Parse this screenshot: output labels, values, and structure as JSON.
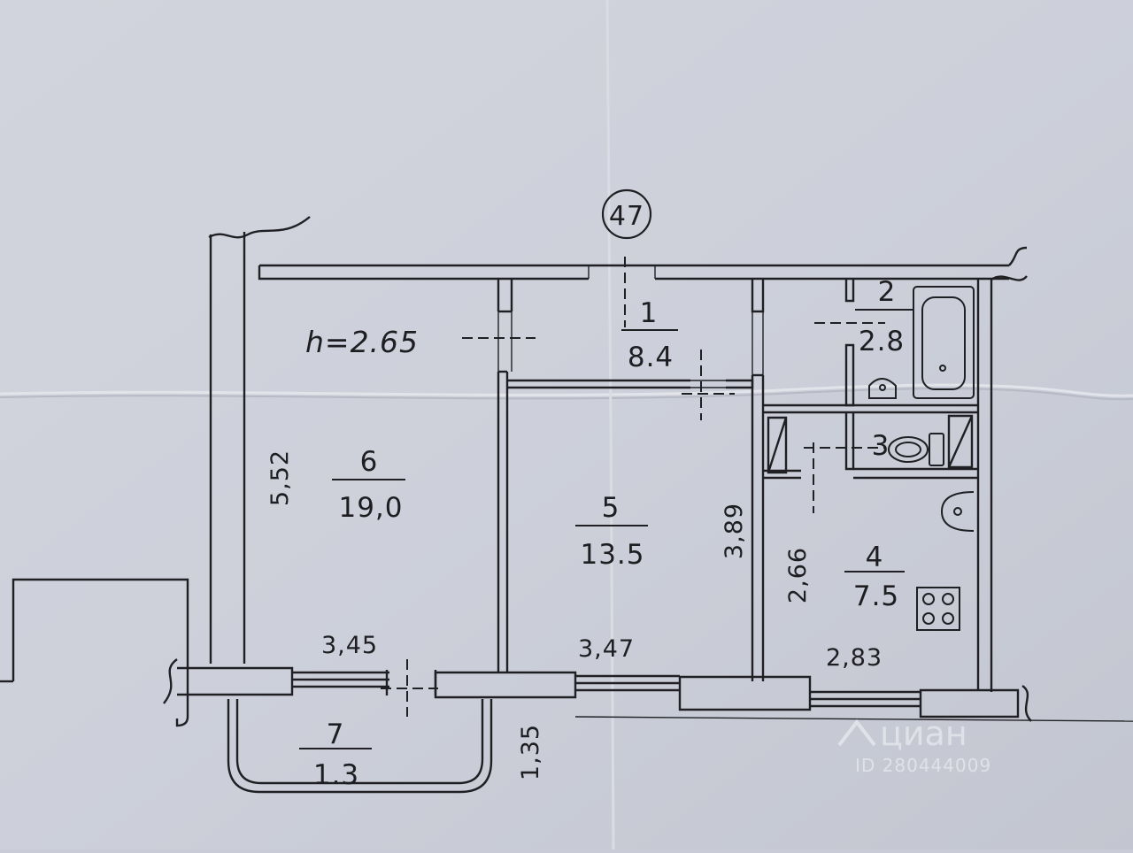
{
  "plan": {
    "building_marker": "47",
    "ceiling_height": "h=2.65"
  },
  "rooms": [
    {
      "number": "1",
      "area": "8.4"
    },
    {
      "number": "2",
      "area": "2.8"
    },
    {
      "number": "3",
      "area": ""
    },
    {
      "number": "4",
      "area": "7.5"
    },
    {
      "number": "5",
      "area": "13.5"
    },
    {
      "number": "6",
      "area": "19,0"
    },
    {
      "number": "7",
      "area": "1.3"
    }
  ],
  "dimensions": {
    "room6_length": "5,52",
    "room6_width": "3,45",
    "room5_width": "3,47",
    "room5_length": "3,89",
    "kitchen_length": "2,66",
    "kitchen_width": "2,83",
    "balcony_depth": "1,35"
  },
  "watermark": {
    "brand": "циан",
    "id": "ID 280444009"
  }
}
